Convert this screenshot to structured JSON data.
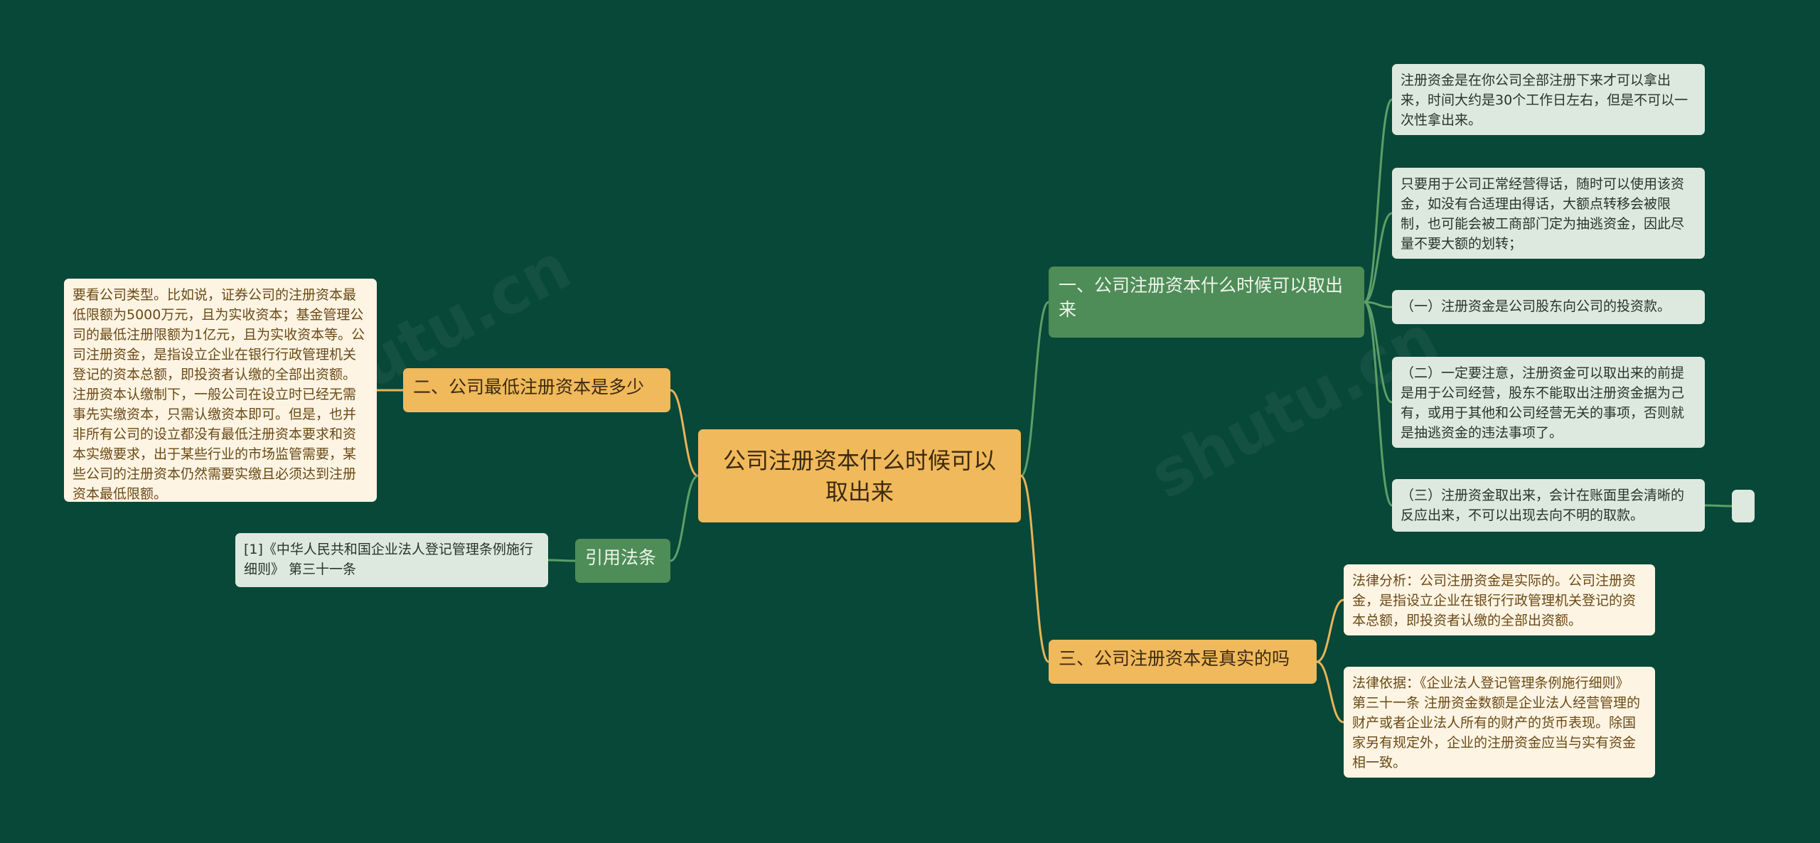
{
  "colors": {
    "background": "#084838",
    "root": "#f0b95b",
    "branch_green": "#4e8c58",
    "branch_orange": "#f0b95b",
    "leaf_light": "#dde9df",
    "leaf_cream": "#fdf4e3",
    "link_green": "#5e9e68",
    "link_orange": "#e8b45a"
  },
  "root": {
    "label": "公司注册资本什么时候可以取出来"
  },
  "branches": {
    "b1": {
      "label": "一、公司注册资本什么时候可以取出来",
      "items": [
        "注册资金是在你公司全部注册下来才可以拿出来，时间大约是30个工作日左右，但是不可以一次性拿出来。",
        "只要用于公司正常经营得话，随时可以使用该资金，如没有合适理由得话，大额点转移会被限制，也可能会被工商部门定为抽逃资金，因此尽量不要大额的划转；",
        "（一）注册资金是公司股东向公司的投资款。",
        "（二）一定要注意，注册资金可以取出来的前提是用于公司经营，股东不能取出注册资金据为己有，或用于其他和公司经营无关的事项，否则就是抽逃资金的违法事项了。",
        "（三）注册资金取出来，会计在账面里会清晰的反应出来，不可以出现去向不明的取款。"
      ]
    },
    "b2": {
      "label": "二、公司最低注册资本是多少",
      "items": [
        "要看公司类型。比如说，证券公司的注册资本最低限额为5000万元，且为实收资本；基金管理公司的最低注册限额为1亿元，且为实收资本等。公司注册资金，是指设立企业在银行行政管理机关登记的资本总额，即投资者认缴的全部出资额。注册资本认缴制下，一般公司在设立时已经无需事先实缴资本，只需认缴资本即可。但是，也并非所有公司的设立都没有最低注册资本要求和资本实缴要求，出于某些行业的市场监管需要，某些公司的注册资本仍然需要实缴且必须达到注册资本最低限额。"
      ]
    },
    "b3": {
      "label": "三、公司注册资本是真实的吗",
      "items": [
        "法律分析：公司注册资金是实际的。公司注册资金，是指设立企业在银行行政管理机关登记的资本总额，即投资者认缴的全部出资额。",
        "法律依据：《企业法人登记管理条例施行细则》 第三十一条 注册资金数额是企业法人经营管理的财产或者企业法人所有的财产的货币表现。除国家另有规定外，企业的注册资金应当与实有资金相一致。"
      ]
    },
    "b4": {
      "label": "引用法条",
      "items": [
        "[1]《中华人民共和国企业法人登记管理条例施行细则》 第三十一条"
      ]
    }
  }
}
